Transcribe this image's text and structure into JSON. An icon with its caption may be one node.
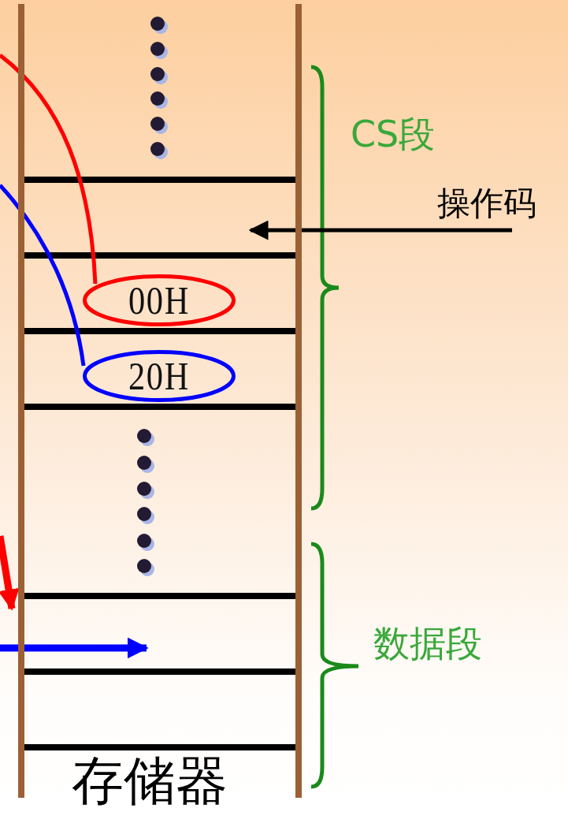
{
  "diagram": {
    "nodes": [
      {
        "text": [
          "存储器"
        ]
      },
      {
        "text": [
          "00H"
        ],
        "in": 0
      },
      {
        "text": [
          "20H"
        ],
        "in": 0
      },
      {
        "text": [
          "操作码"
        ]
      }
    ],
    "edges": [
      {
        "from": null,
        "to": 1,
        "arrow": "none",
        "color": "#ff0000"
      },
      {
        "from": null,
        "to": 2,
        "arrow": "none",
        "color": "#0000ff"
      },
      {
        "from": 3,
        "to": 0,
        "arrow": "to",
        "color": "#000000"
      },
      {
        "from": null,
        "to": 0,
        "arrow": "to",
        "color": "#ff0000",
        "style": "thick"
      }
    ],
    "labels": [
      "CS段",
      "数据段"
    ]
  }
}
